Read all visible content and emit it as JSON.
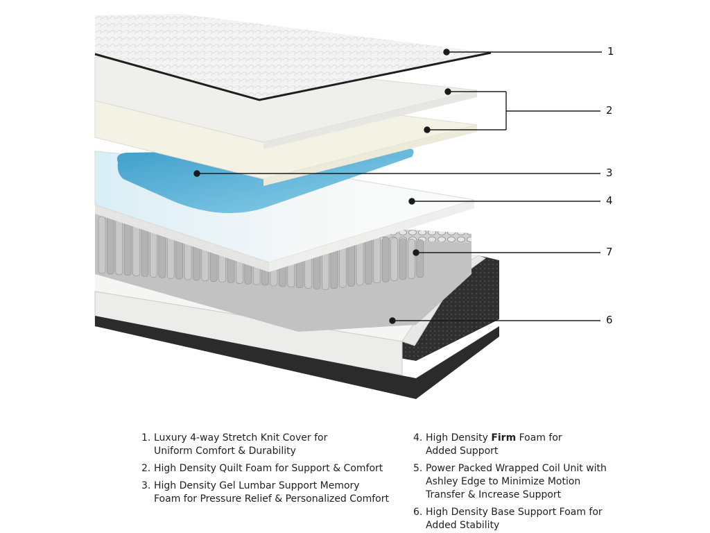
{
  "callouts": [
    "1",
    "2",
    "3",
    "4",
    "7",
    "6"
  ],
  "legend": {
    "left": [
      {
        "num": "1.",
        "text": "Luxury 4-way Stretch Knit Cover for\nUniform Comfort & Durability"
      },
      {
        "num": "2.",
        "text": "High Density Quilt Foam for Support & Comfort"
      },
      {
        "num": "3.",
        "text": "High Density Gel Lumbar Support Memory\nFoam for Pressure Relief & Personalized Comfort"
      }
    ],
    "right": [
      {
        "num": "4.",
        "pre": "High Density ",
        "bold": "Firm",
        "post": " Foam for\nAdded Support"
      },
      {
        "num": "5.",
        "text": "Power Packed Wrapped Coil Unit with\nAshley Edge to Minimize Motion\nTransfer & Increase Support"
      },
      {
        "num": "6.",
        "text": "High Density Base Support Foam for\nAdded Stability"
      }
    ]
  },
  "colors": {
    "cover": "#f1f1f1",
    "foam": "#f2f1ea",
    "gel": "#5fb4d6",
    "coil": "#bcbcbc",
    "base_fabric": "#2b2b2b"
  }
}
